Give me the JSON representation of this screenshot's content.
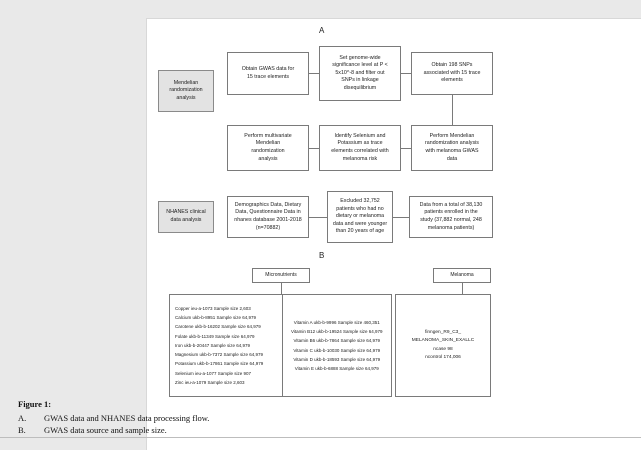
{
  "panelA": {
    "letter": "A",
    "rows": [
      {
        "side_label": "Mendelian\nrandomization\nanalysis",
        "boxes": [
          "Obtain GWAS data for\n15 trace elements",
          "Set genome-wide\nsignificance level at P <\n5x10^-8 and filter out\nSNPs in linkage\ndisequilibrium",
          "Obtain 198 SNPs\nassociated with 15 trace\nelements"
        ]
      },
      {
        "boxes": [
          "Perform multivariate\nMendelian\nrandomization\nanalysis",
          "Identify Selenium and\nPotassium as trace\nelements correlated with\nmelanoma risk",
          "Perform Mendelian\nrandomization analysis\nwith melanoma GWAS\ndata"
        ]
      }
    ],
    "nhanes": {
      "side_label": "NHANES clinical\ndata analysis",
      "boxes": [
        "Demographics Data, Dietary\nData, Questionnaire Data in\nnhanes database 2001-2018\n(n=70882)",
        "Excluded 32,752\npatients who had no\ndietary or melanoma\ndata and were younger\nthan 20 years of age",
        "Data from a total of 38,130\npatients enrolled in the\nstudy (37,882 normal, 248\nmelanoma patients)"
      ]
    }
  },
  "panelB": {
    "letter": "B",
    "micronutrients_header": "Micronutrients",
    "melanoma_header": "Melanoma",
    "minerals": [
      "Copper ieu-a-1073 Sample size 2,603",
      "Calcium ukb-b-8951 Sample size 64,979",
      "Carotene ukb-b-16202 Sample size 64,979",
      "Folate ukb-b-11349 Sample size 64,979",
      "Iron ukb-b-20447 Sample size 64,979",
      "Magnesium ukb-b-7372 Sample size 64,979",
      "Potassium ukb-b-17861 Sample size 64,979",
      "Selenium ieu-a-1077 Sample size 907",
      "Zinc ieu-a-1079 Sample size 2,603"
    ],
    "vitamins": [
      "Vitamin A ukb-b-9996 Sample size 460,351",
      "Vitamin B12 ukb-b-19524 Sample size 64,979",
      "Vitamin B6 ukb-b-7864 Sample size 64,979",
      "Vitamin C ukb-b-10030 Sample size 64,979",
      "Vitamin D ukb-b-18593 Sample size 64,979",
      "Vitamin E ukb-b-6888 Sample size 64,979"
    ],
    "melanoma_source": "finngen_R9_C3_\nMELANOMA_SKIN_EXALLC\nncase 98\nncontrol 174,006"
  },
  "caption": {
    "title": "Figure 1:",
    "items": [
      {
        "key": "A.",
        "text": "GWAS data and NHANES data processing flow."
      },
      {
        "key": "B.",
        "text": "GWAS data source and sample size."
      }
    ]
  }
}
